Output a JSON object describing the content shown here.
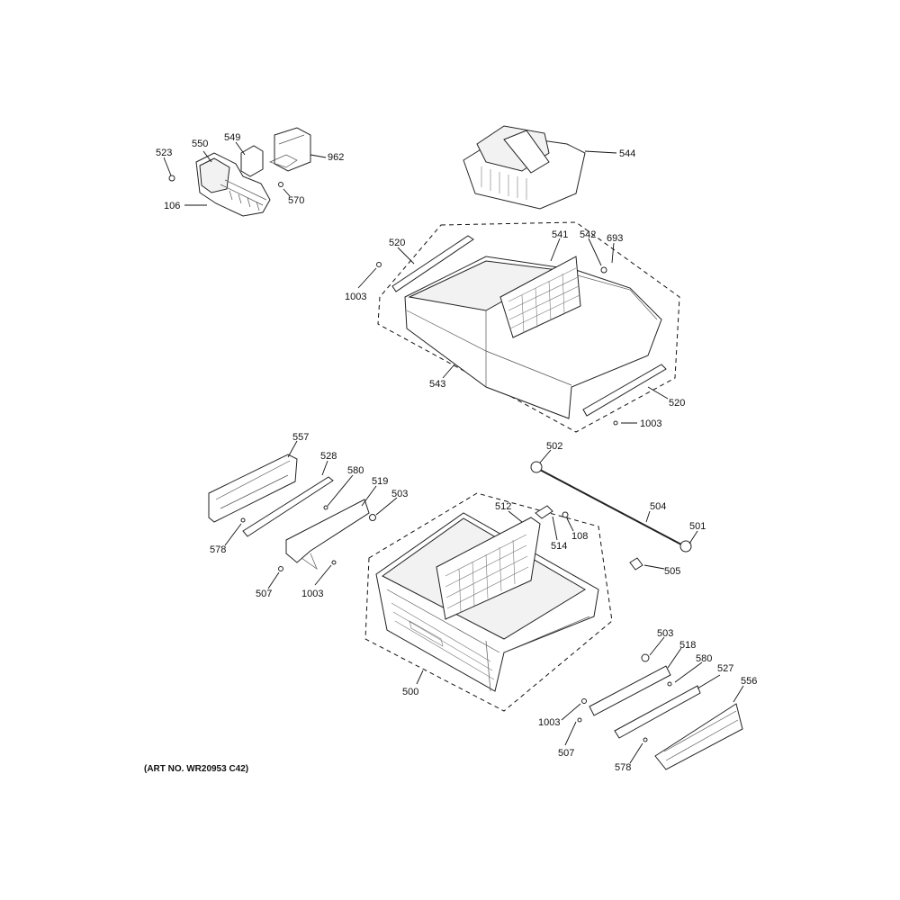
{
  "diagram": {
    "art_number": "(ART NO. WR20953 C42)",
    "callouts": {
      "c523": "523",
      "c550": "550",
      "c549": "549",
      "c962": "962",
      "c106": "106",
      "c570": "570",
      "c544": "544",
      "c520a": "520",
      "c541": "541",
      "c542": "542",
      "c693": "693",
      "c1003a": "1003",
      "c543": "543",
      "c520b": "520",
      "c1003b": "1003",
      "c557": "557",
      "c528": "528",
      "c580a": "580",
      "c519": "519",
      "c503a": "503",
      "c578a": "578",
      "c507a": "507",
      "c1003c": "1003",
      "c502": "502",
      "c504": "504",
      "c501": "501",
      "c505": "505",
      "c512": "512",
      "c514": "514",
      "c108": "108",
      "c500": "500",
      "c503b": "503",
      "c518": "518",
      "c580b": "580",
      "c527": "527",
      "c556": "556",
      "c1003d": "1003",
      "c507b": "507",
      "c578b": "578"
    }
  }
}
